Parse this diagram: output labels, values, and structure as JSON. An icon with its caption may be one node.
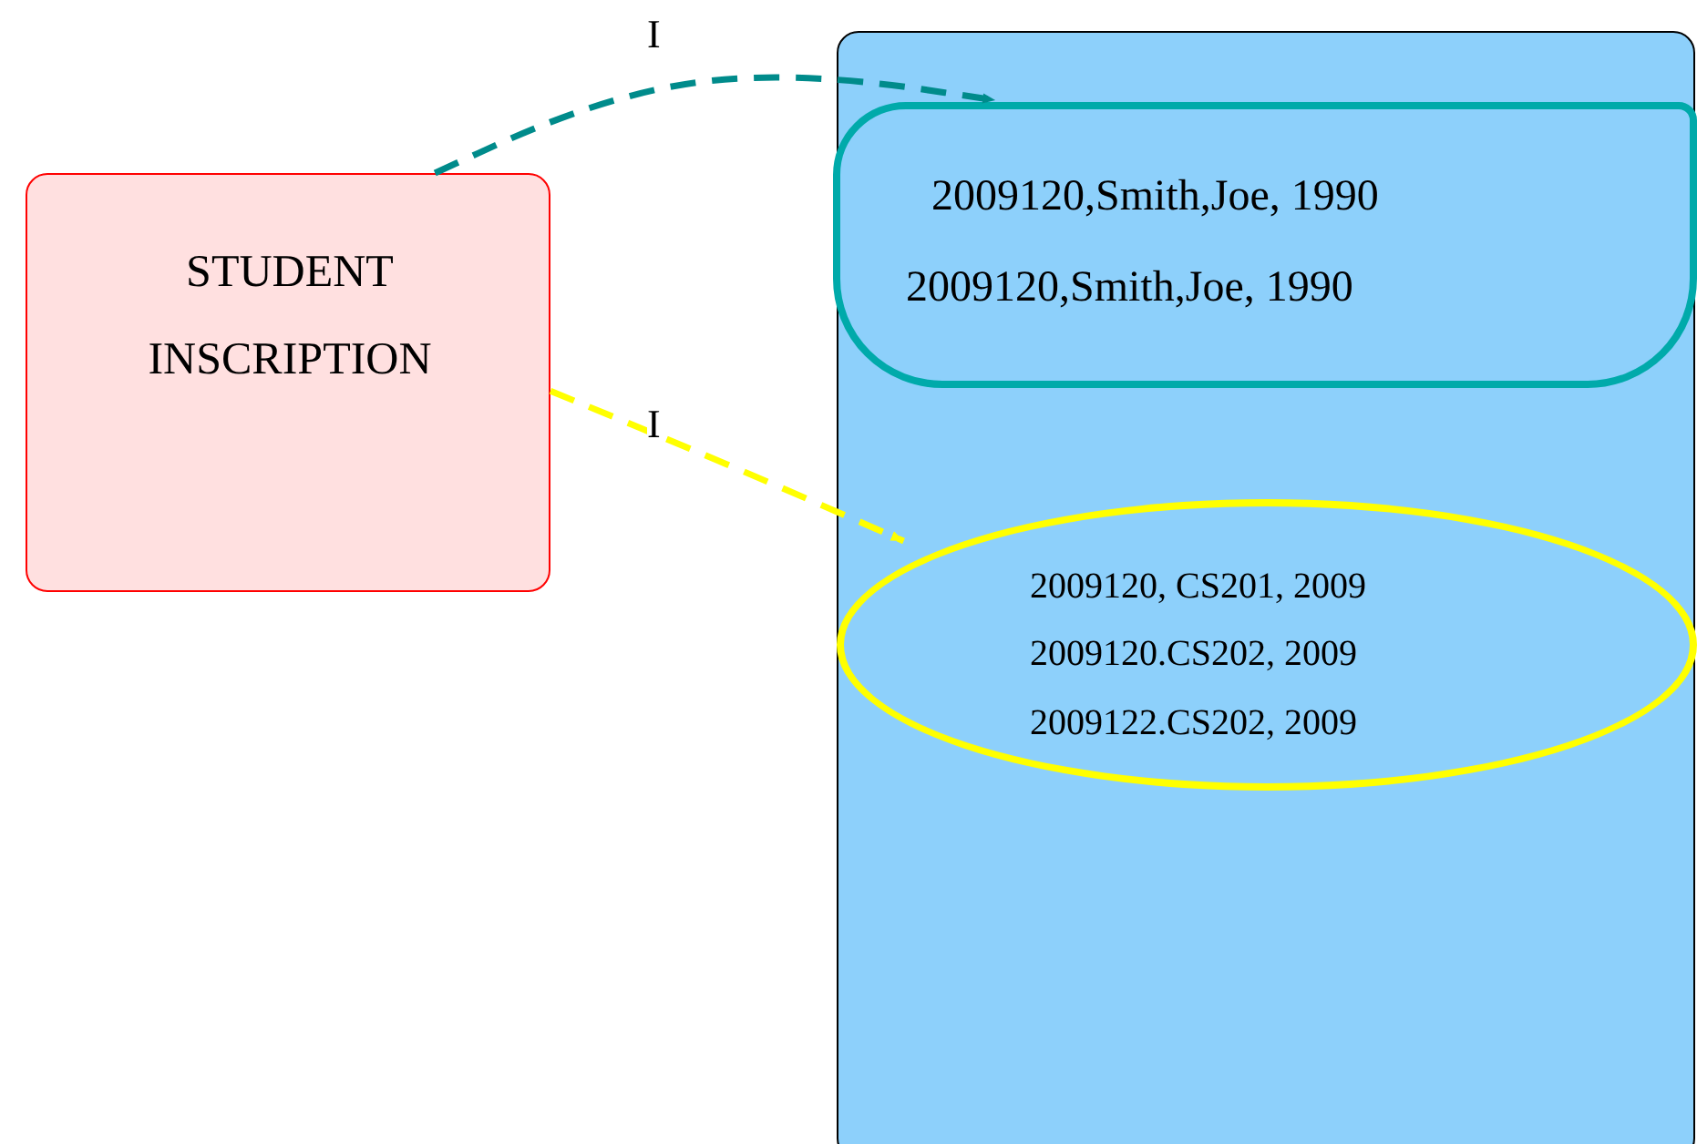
{
  "diagram": {
    "nodes": [
      {
        "text": [
          "STUDENT INSCRIPTION"
        ]
      },
      {
        "text": [],
        "shape": "box"
      },
      {
        "text": [
          "2009120,Smith,Joe, 1990",
          "2009120,Smith,Joe, 1990"
        ],
        "in": 1
      },
      {
        "text": [
          "2009120, CS201, 2009",
          "2009120.CS202, 2009",
          "2009122.CS202, 2009"
        ],
        "in": 1
      }
    ],
    "edges": [
      {
        "from": 0,
        "to": 2,
        "arrow": "to",
        "label": "I",
        "style": "dashed",
        "color": "#008b8b"
      },
      {
        "from": 0,
        "to": 3,
        "arrow": "to",
        "label": "I",
        "style": "dashed",
        "color": "#ffff00"
      }
    ]
  }
}
